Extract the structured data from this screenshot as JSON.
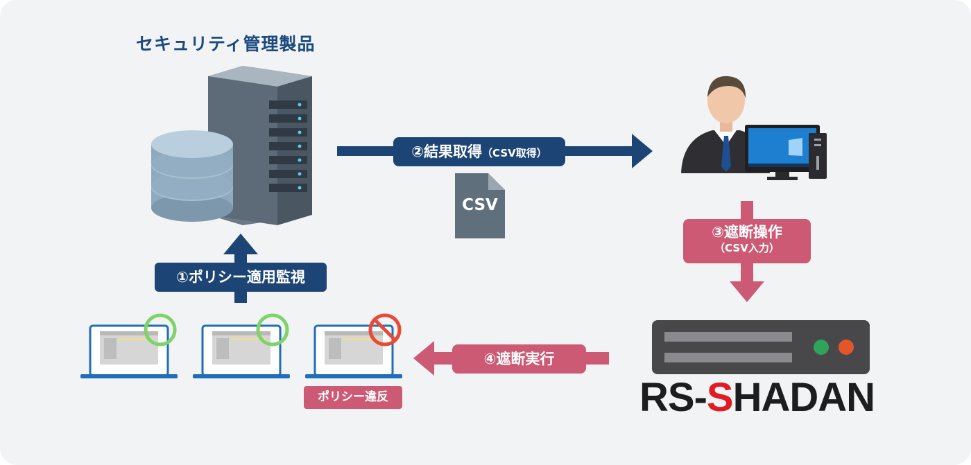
{
  "title": "セキュリティ管理製品",
  "steps": {
    "step1": "①ポリシー適用監視",
    "step2_main": "②結果取得",
    "step2_sub": "（CSV取得）",
    "step3_main": "③遮断操作",
    "step3_sub": "（CSV入力）",
    "step4": "④遮断実行"
  },
  "csv_file_label": "CSV",
  "violation_label": "ポリシー違反",
  "logo": {
    "prefix": "RS-",
    "s": "S",
    "suffix": "HADAN"
  },
  "colors": {
    "navy": "#1c4576",
    "rose": "#cc5a74",
    "ok": "#7ed36a",
    "ng": "#e84a35",
    "logo_red": "#e01b24"
  }
}
